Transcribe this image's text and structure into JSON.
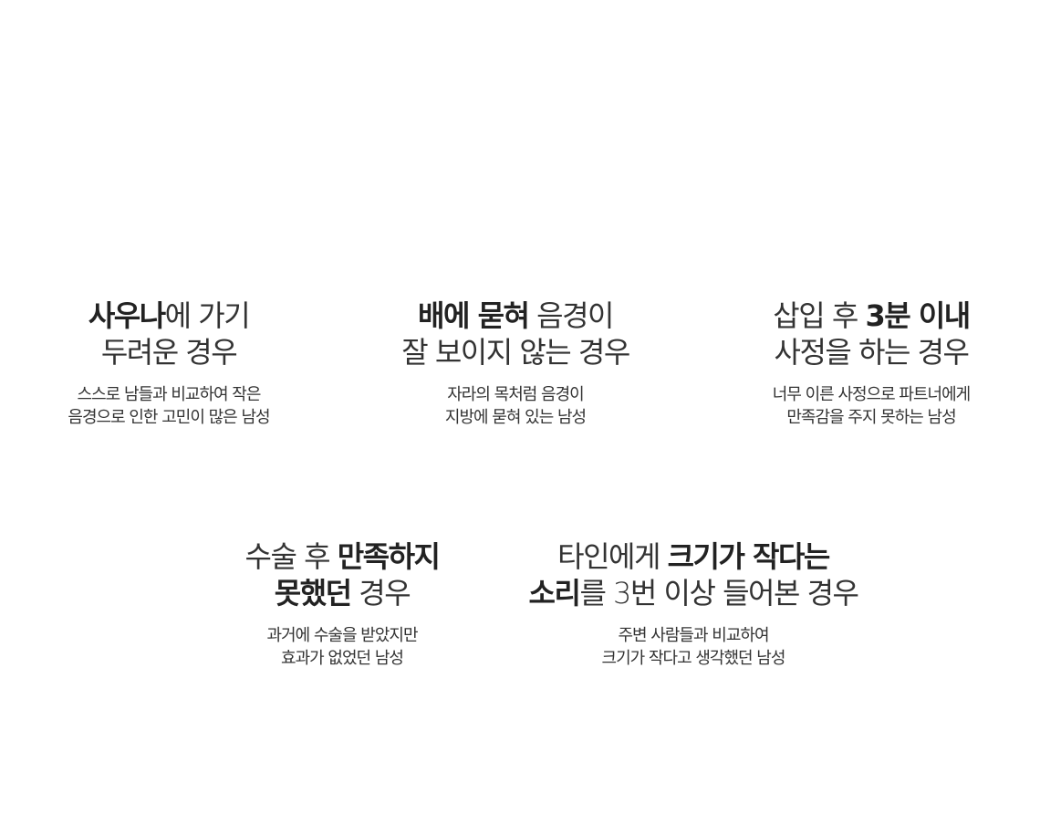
{
  "cards": [
    {
      "title_line1": [
        {
          "text": "사우나",
          "bold": true
        },
        {
          "text": "에 가기",
          "bold": false
        }
      ],
      "title_line2": [
        {
          "text": "두려운 경우",
          "bold": false
        }
      ],
      "desc_line1": "스스로 남들과 비교하여 작은",
      "desc_line2": "음경으로 인한 고민이 많은 남성"
    },
    {
      "title_line1": [
        {
          "text": "배에 묻혀",
          "bold": true
        },
        {
          "text": " 음경이",
          "bold": false
        }
      ],
      "title_line2": [
        {
          "text": "잘 보이지 않는 경우",
          "bold": false
        }
      ],
      "desc_line1": "자라의 목처럼 음경이",
      "desc_line2": "지방에 묻혀 있는 남성"
    },
    {
      "title_line1": [
        {
          "text": "삽입 후 ",
          "bold": false
        },
        {
          "text": "3분 이내",
          "bold": true
        }
      ],
      "title_line2": [
        {
          "text": "사정을 하는 경우",
          "bold": false
        }
      ],
      "desc_line1": "너무 이른 사정으로 파트너에게",
      "desc_line2": "만족감을 주지 못하는 남성"
    },
    {
      "title_line1": [
        {
          "text": "수술 후 ",
          "bold": false
        },
        {
          "text": "만족하지",
          "bold": true
        }
      ],
      "title_line2": [
        {
          "text": "못했던",
          "bold": true
        },
        {
          "text": " 경우",
          "bold": false
        }
      ],
      "desc_line1": "과거에 수술을 받았지만",
      "desc_line2": "효과가 없었던 남성"
    },
    {
      "title_line1": [
        {
          "text": "타인에게 ",
          "bold": false
        },
        {
          "text": "크기가 작다는",
          "bold": true
        }
      ],
      "title_line2": [
        {
          "text": "소리",
          "bold": true
        },
        {
          "text": "를 3번 이상 들어본 경우",
          "bold": false
        }
      ],
      "desc_line1": "주변 사람들과 비교하여",
      "desc_line2": "크기가 작다고 생각했던 남성"
    }
  ]
}
